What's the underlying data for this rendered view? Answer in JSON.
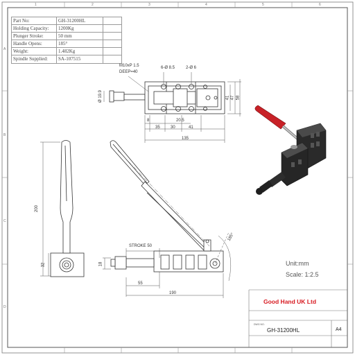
{
  "specs": [
    {
      "key": "Part No:",
      "value": "GH-31200HL"
    },
    {
      "key": "Holding Capacity:",
      "value": "1200Kg"
    },
    {
      "key": "Plunger Stroke:",
      "value": "50 mm"
    },
    {
      "key": "Handle Opens:",
      "value": "185°"
    },
    {
      "key": "Weight:",
      "value": "1.482Kg"
    },
    {
      "key": "Spindle Supplied:",
      "value": "SA-107515"
    }
  ],
  "top_view_notes": {
    "thread": "M10xP 1.5",
    "depth": "DEEP=40",
    "holes_a": "6-Ø 8.5",
    "holes_b": "2-Ø 6"
  },
  "top_view_dims": {
    "d1": "8",
    "d2": "35",
    "d3": "30",
    "d4": "20.5",
    "d5": "41",
    "overall": "135",
    "h1": "41",
    "h2": "47",
    "h3": "58",
    "dia": "Ø 19.9"
  },
  "side_view": {
    "stroke": "STROKE 50",
    "d_55": "55",
    "d_190": "190",
    "d_18": "18",
    "angle": "185°"
  },
  "end_view": {
    "height": "200",
    "base": "32"
  },
  "title_block": {
    "unit": "Unit:mm",
    "scale": "Scale: 1:2.5",
    "company": "Good Hand UK Ltd",
    "dwg_label": "DWG NO.",
    "drawing_no": "GH-31200HL",
    "sheet_size": "A4"
  },
  "border_zones": {
    "top": [
      "1",
      "2",
      "3",
      "4",
      "5",
      "6"
    ],
    "left": [
      "A",
      "B",
      "C",
      "D"
    ]
  }
}
